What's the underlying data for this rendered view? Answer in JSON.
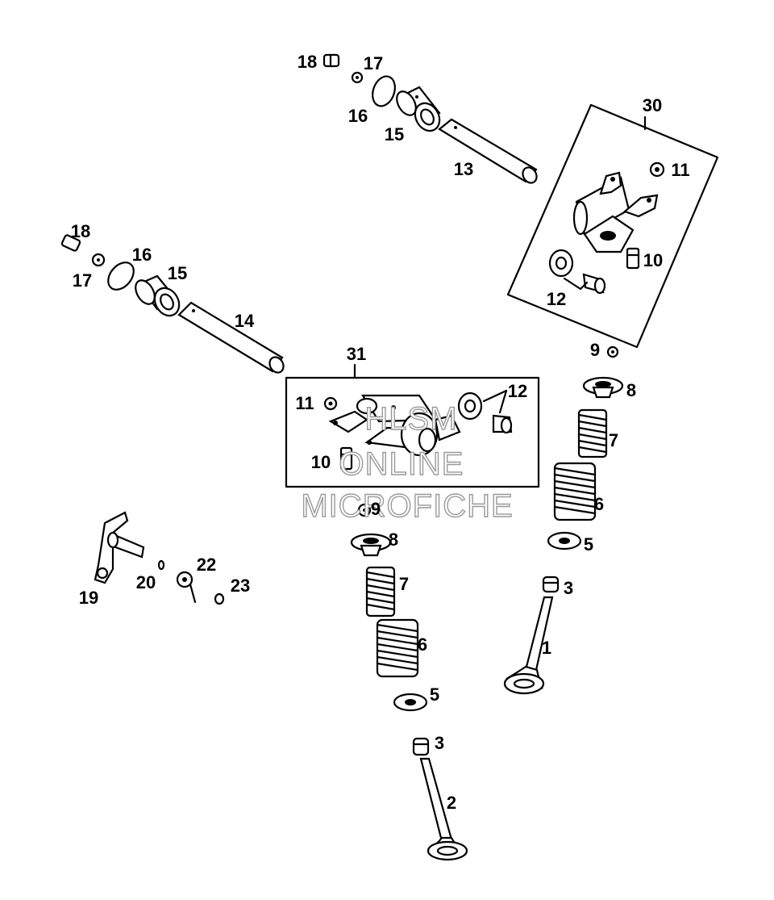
{
  "diagram": {
    "labels": {
      "p1": "1",
      "p2": "2",
      "p3a": "3",
      "p3b": "3",
      "p5a": "5",
      "p5b": "5",
      "p6a": "6",
      "p6b": "6",
      "p7a": "7",
      "p7b": "7",
      "p8a": "8",
      "p8b": "8",
      "p9a": "9",
      "p9b": "9",
      "p10a": "10",
      "p10b": "10",
      "p11a": "11",
      "p11b": "11",
      "p12a": "12",
      "p12b": "12",
      "p13": "13",
      "p14": "14",
      "p15a": "15",
      "p15b": "15",
      "p16a": "16",
      "p16b": "16",
      "p17a": "17",
      "p17b": "17",
      "p18a": "18",
      "p18b": "18",
      "p19": "19",
      "p20": "20",
      "p22": "22",
      "p23": "23",
      "p30": "30",
      "p31": "31"
    },
    "watermark": {
      "line1": "HLSM",
      "line2": "ONLINE",
      "line3": "MICROFICHE"
    }
  },
  "colors": {
    "ink": "#000000",
    "paper": "#ffffff",
    "watermark_outline": "#9a9a9a"
  }
}
